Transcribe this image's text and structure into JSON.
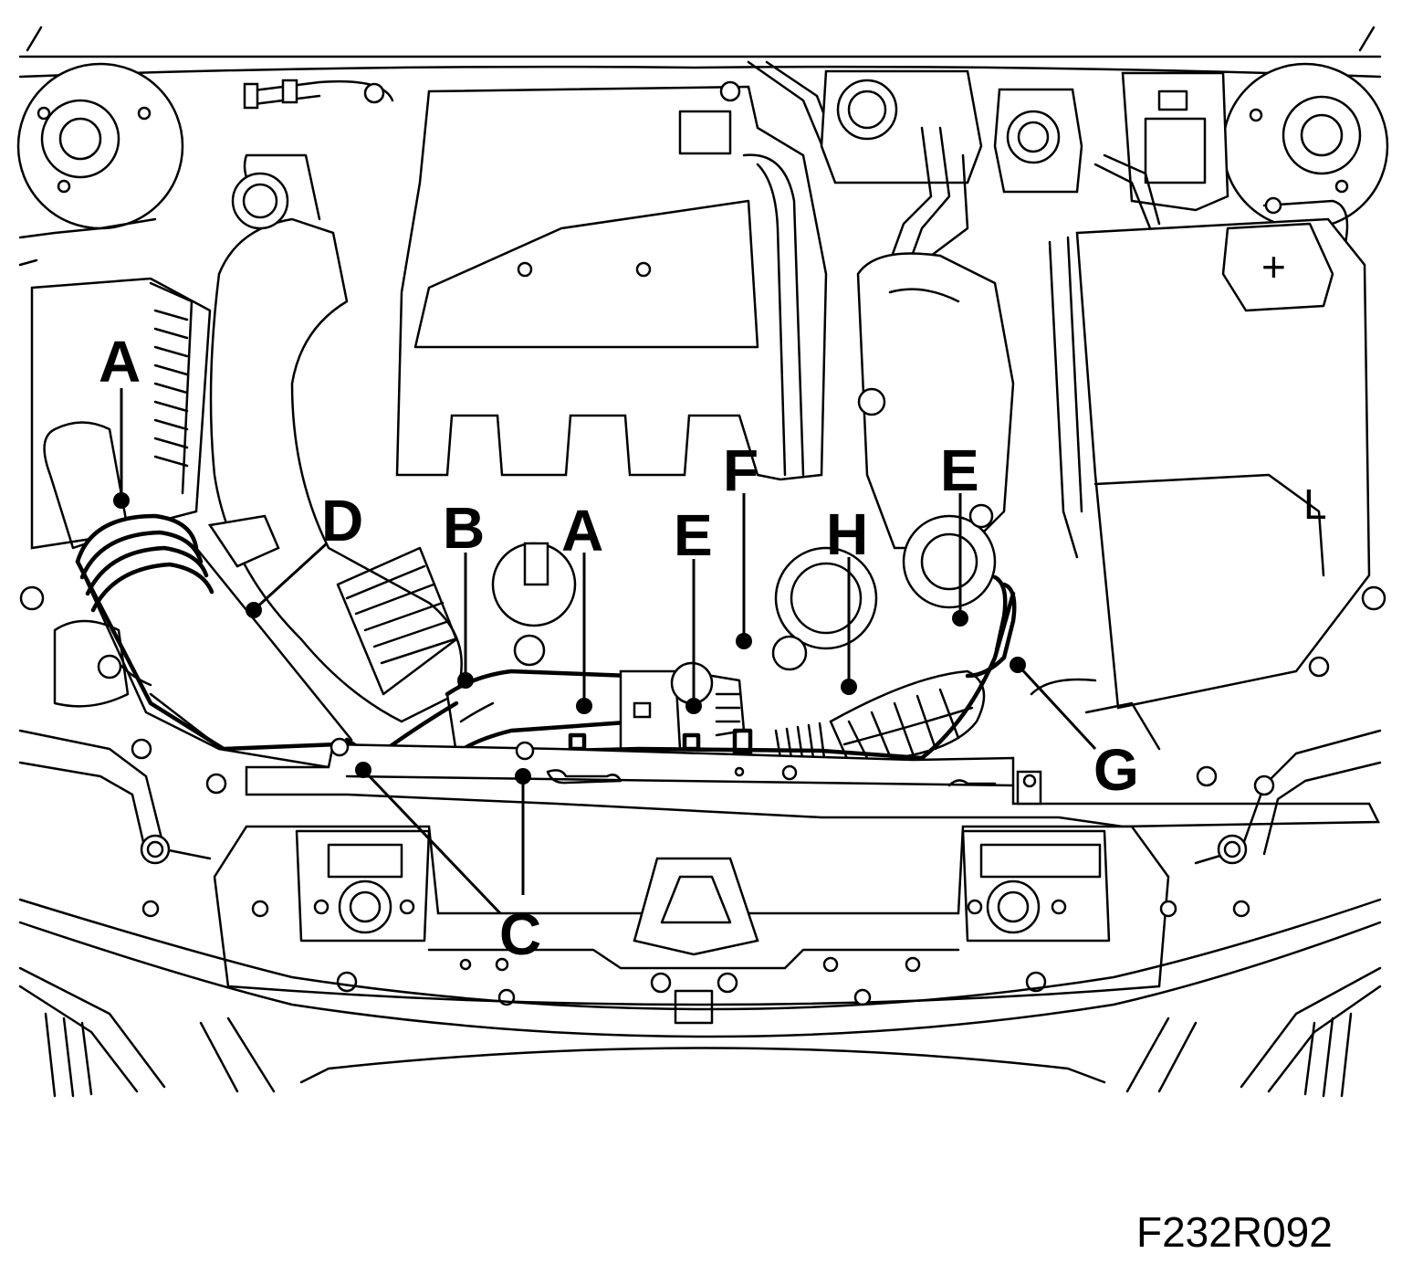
{
  "figure_id": "F232R092",
  "callouts": [
    {
      "id": "callout-a-left",
      "letter": "A"
    },
    {
      "id": "callout-d",
      "letter": "D"
    },
    {
      "id": "callout-b",
      "letter": "B"
    },
    {
      "id": "callout-a-center",
      "letter": "A"
    },
    {
      "id": "callout-e-center",
      "letter": "E"
    },
    {
      "id": "callout-f",
      "letter": "F"
    },
    {
      "id": "callout-h",
      "letter": "H"
    },
    {
      "id": "callout-e-right",
      "letter": "E"
    },
    {
      "id": "callout-g",
      "letter": "G"
    },
    {
      "id": "callout-c",
      "letter": "C"
    }
  ],
  "battery_marks": {
    "plus": "+",
    "letter": "L"
  }
}
